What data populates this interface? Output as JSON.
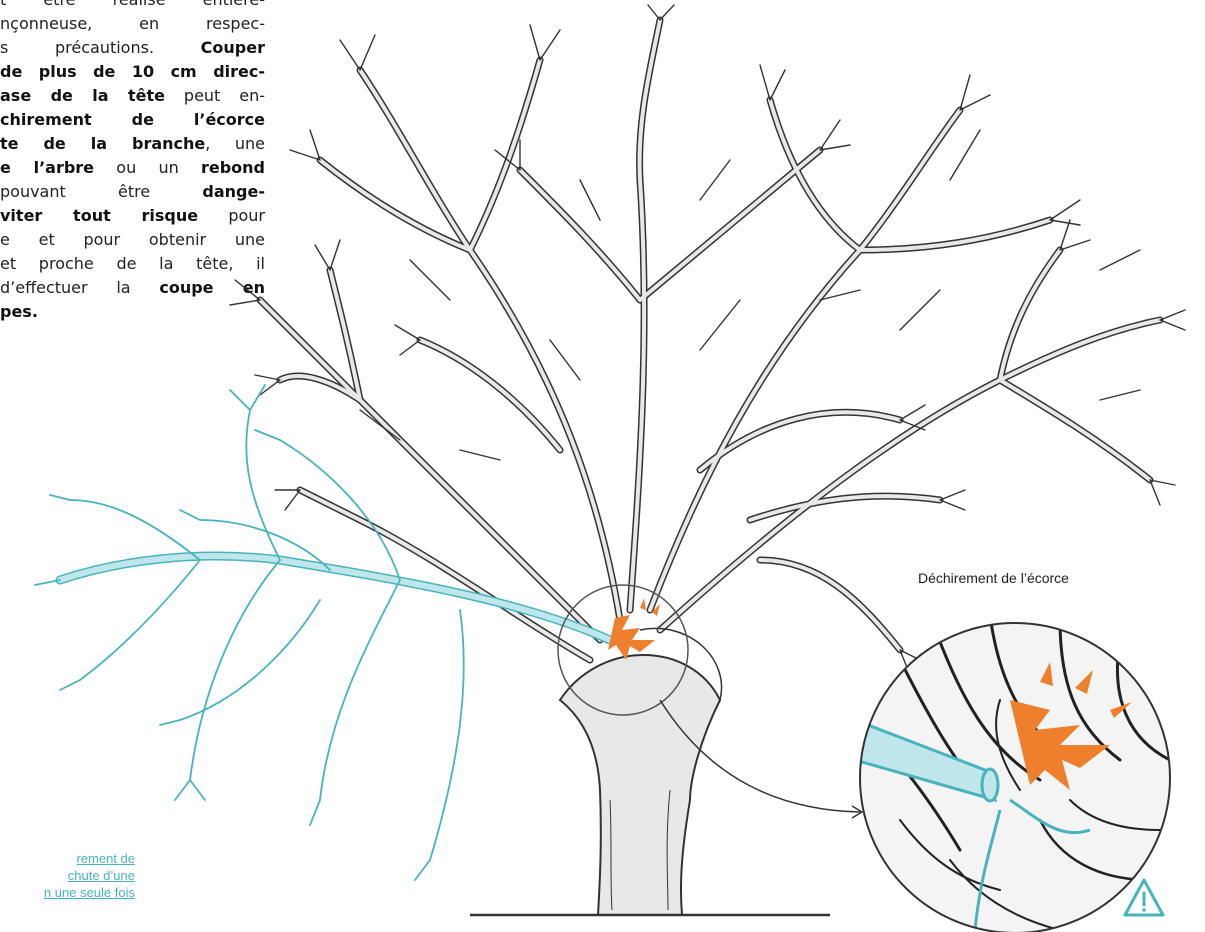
{
  "paragraph": {
    "lines": [
      [
        {
          "t": "t être réalisé entière-",
          "b": false
        }
      ],
      [
        {
          "t": "nçonneuse, en respec-",
          "b": false
        }
      ],
      [
        {
          "t": "s précautions. ",
          "b": false
        },
        {
          "t": "Couper",
          "b": true
        }
      ],
      [
        {
          "t": "de plus de 10 cm direc-",
          "b": true
        }
      ],
      [
        {
          "t": "ase de la tête",
          "b": true
        },
        {
          "t": " peut en-",
          "b": false
        }
      ],
      [
        {
          "t": "chirement de l’écorce",
          "b": true
        }
      ],
      [
        {
          "t": "te de la branche",
          "b": true
        },
        {
          "t": ", une",
          "b": false
        }
      ],
      [
        {
          "t": "e l’arbre",
          "b": true
        },
        {
          "t": " ou un ",
          "b": false
        },
        {
          "t": "rebond",
          "b": true
        }
      ],
      [
        {
          "t": " pouvant être ",
          "b": false
        },
        {
          "t": "dange-",
          "b": true
        }
      ],
      [
        {
          "t": "viter tout risque",
          "b": true
        },
        {
          "t": " pour",
          "b": false
        }
      ],
      [
        {
          "t": "e et pour obtenir une",
          "b": false
        }
      ],
      [
        {
          "t": "et proche de la tête, il",
          "b": false
        }
      ],
      [
        {
          "t": "d’effectuer la ",
          "b": false
        },
        {
          "t": "coupe en",
          "b": true
        }
      ],
      [
        {
          "t": "pes.",
          "b": true
        }
      ]
    ]
  },
  "caption_right": "Déchirement de l’écorce",
  "caption_left": [
    "rement de",
    "chute d’une",
    "n une seule fois"
  ],
  "colors": {
    "branch_fill": "#e8e8e8",
    "outline": "#333333",
    "cut_branch": "#bfe6ea",
    "cut_branch_stroke": "#49b3bd",
    "burst": "#ee7f2d",
    "warning": "#49b3bd"
  },
  "icons": [
    "bark-tear-burst-icon",
    "warning-triangle-icon",
    "callout-arrow-icon"
  ]
}
